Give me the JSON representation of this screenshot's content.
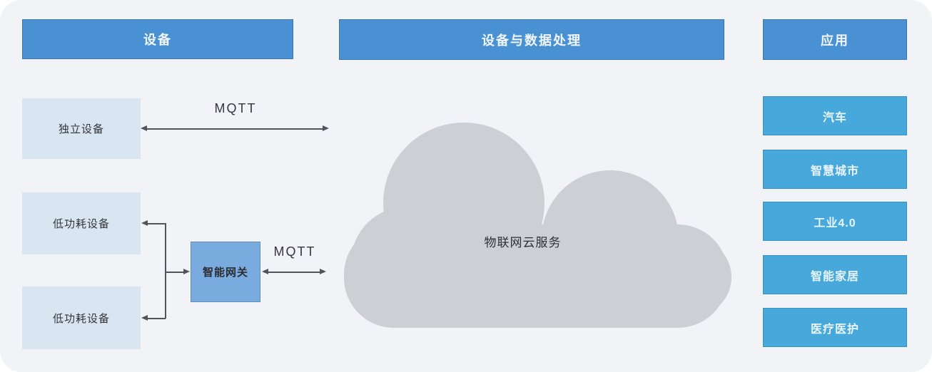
{
  "headers": {
    "devices": "设备",
    "processing": "设备与数据处理",
    "apps": "应用"
  },
  "devices": {
    "standalone": "独立设备",
    "low_power_1": "低功耗设备",
    "low_power_2": "低功耗设备",
    "gateway": "智能网关"
  },
  "cloud": {
    "label": "物联网云服务"
  },
  "connections": {
    "mqtt_direct": "MQTT",
    "mqtt_gateway": "MQTT"
  },
  "apps": {
    "items": [
      {
        "label": "汽车"
      },
      {
        "label": "智慧城市"
      },
      {
        "label": "工业4.0"
      },
      {
        "label": "智能家居"
      },
      {
        "label": "医疗医护"
      }
    ]
  },
  "colors": {
    "header_blue": "#4a91d3",
    "device_box_blue": "#d9e6f2",
    "gateway_blue": "#7aabde",
    "app_box_blue": "#47a8dc",
    "cloud_gray": "#cccfd4",
    "background": "#f1f3f7",
    "arrow": "#53545a"
  }
}
